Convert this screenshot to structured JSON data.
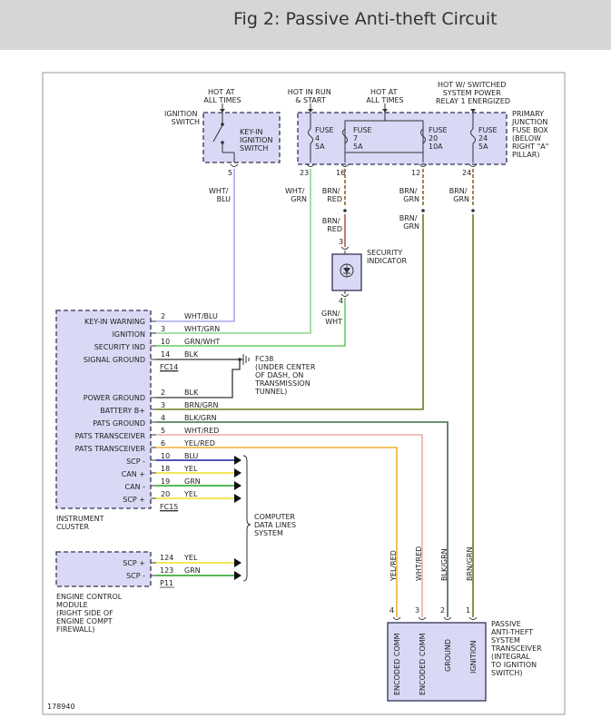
{
  "title": "Fig 2: Passive Anti-theft Circuit",
  "figure_number": "178940",
  "colors": {
    "header_bg": "#d6d6d6",
    "component_fill": "#d9d9f5",
    "component_border": "#333355",
    "wire_wht_blu": "#a8a8ee",
    "wire_wht_grn": "#8ad88a",
    "wire_brn_red": "#b06040",
    "wire_grn_wht": "#66cc66",
    "wire_brn_grn": "#6b7a1e",
    "wire_blk_grn": "#3d6e3d",
    "wire_wht_red": "#f0a8a8",
    "wire_yel_red": "#f0b030",
    "wire_blu": "#1a1aa8",
    "wire_yel": "#f0e020",
    "wire_grn": "#22a022",
    "wire_blk": "#333333"
  },
  "top_notes": {
    "hot_at_all_times_left": [
      "HOT AT",
      "ALL TIMES"
    ],
    "hot_in_run_start": [
      "HOT IN RUN",
      "& START"
    ],
    "hot_at_all_times_mid": [
      "HOT AT",
      "ALL TIMES"
    ],
    "hot_switched": [
      "HOT W/ SWITCHED",
      "SYSTEM POWER",
      "RELAY 1 ENERGIZED"
    ]
  },
  "ignition_switch": {
    "label": [
      "IGNITION",
      "SWITCH"
    ],
    "inner": [
      "KEY-IN",
      "IGNITION",
      "SWITCH"
    ],
    "pin": "5",
    "wire_color": [
      "WHT/",
      "BLU"
    ]
  },
  "fuse_box": {
    "label": [
      "PRIMARY",
      "JUNCTION",
      "FUSE BOX",
      "(BELOW",
      "RIGHT \"A\"",
      "PILLAR)"
    ],
    "fuses": [
      {
        "name": "FUSE",
        "number": "4",
        "rating": "5A",
        "pin": "23",
        "wire": [
          "WHT/",
          "GRN"
        ]
      },
      {
        "name": "FUSE",
        "number": "7",
        "rating": "5A",
        "pin": "16",
        "wire": [
          "BRN/",
          "RED"
        ]
      },
      {
        "name": "FUSE",
        "number": "20",
        "rating": "10A",
        "pin": "12",
        "wire": [
          "BRN/",
          "GRN"
        ]
      },
      {
        "name": "FUSE",
        "number": "24",
        "rating": "5A",
        "pin": "24",
        "wire": [
          "BRN/",
          "GRN"
        ]
      }
    ]
  },
  "security_indicator": {
    "label": [
      "SECURITY",
      "INDICATOR"
    ],
    "pin_in": "3",
    "pin_out": "4",
    "wire_in": [
      "BRN/",
      "RED"
    ],
    "wire_out": [
      "GRN/",
      "WHT"
    ],
    "wire_right": [
      "BRN/",
      "GRN"
    ]
  },
  "instrument_cluster": {
    "label": [
      "INSTRUMENT",
      "CLUSTER"
    ],
    "pins": [
      {
        "name": "KEY-IN WARNING",
        "pin": "2",
        "wire": "WHT/BLU"
      },
      {
        "name": "IGNITION",
        "pin": "3",
        "wire": "WHT/GRN"
      },
      {
        "name": "SECURITY IND",
        "pin": "10",
        "wire": "GRN/WHT"
      },
      {
        "name": "SIGNAL GROUND",
        "pin": "14",
        "wire": "BLK"
      },
      {
        "name": "POWER GROUND",
        "pin": "2",
        "wire": "BLK"
      },
      {
        "name": "BATTERY B+",
        "pin": "3",
        "wire": "BRN/GRN"
      },
      {
        "name": "PATS GROUND",
        "pin": "4",
        "wire": "BLK/GRN"
      },
      {
        "name": "PATS TRANSCEIVER",
        "pin": "5",
        "wire": "WHT/RED"
      },
      {
        "name": "PATS TRANSCEIVER",
        "pin": "6",
        "wire": "YEL/RED"
      },
      {
        "name": "SCP -",
        "pin": "10",
        "wire": "BLU"
      },
      {
        "name": "CAN +",
        "pin": "18",
        "wire": "YEL"
      },
      {
        "name": "CAN -",
        "pin": "19",
        "wire": "GRN"
      },
      {
        "name": "SCP +",
        "pin": "20",
        "wire": "YEL"
      }
    ],
    "connector_1": "FC14",
    "connector_2": "FC15"
  },
  "ground": {
    "label": [
      "FC38",
      "(UNDER CENTER",
      "OF DASH, ON",
      "TRANSMISSION",
      "TUNNEL)"
    ]
  },
  "data_lines": {
    "label": [
      "COMPUTER",
      "DATA LINES",
      "SYSTEM"
    ]
  },
  "ecm": {
    "label": [
      "ENGINE CONTROL",
      "MODULE",
      "(RIGHT SIDE OF",
      "ENGINE COMPT",
      "FIREWALL)"
    ],
    "pins": [
      {
        "name": "SCP +",
        "pin": "124",
        "wire": "YEL"
      },
      {
        "name": "SCP -",
        "pin": "123",
        "wire": "GRN"
      }
    ],
    "connector": "P11"
  },
  "pats_transceiver": {
    "label": [
      "PASSIVE",
      "ANTI-THEFT",
      "SYSTEM",
      "TRANSCEIVER",
      "(INTEGRAL",
      "TO IGNITION",
      "SWITCH)"
    ],
    "pins": [
      {
        "name": "ENCODED COMM",
        "pin": "4",
        "wire": "YEL/RED"
      },
      {
        "name": "ENCODED COMM",
        "pin": "3",
        "wire": "WHT/RED"
      },
      {
        "name": "GROUND",
        "pin": "2",
        "wire": "BLK/GRN"
      },
      {
        "name": "IGNITION",
        "pin": "1",
        "wire": "BRN/GRN"
      }
    ]
  }
}
